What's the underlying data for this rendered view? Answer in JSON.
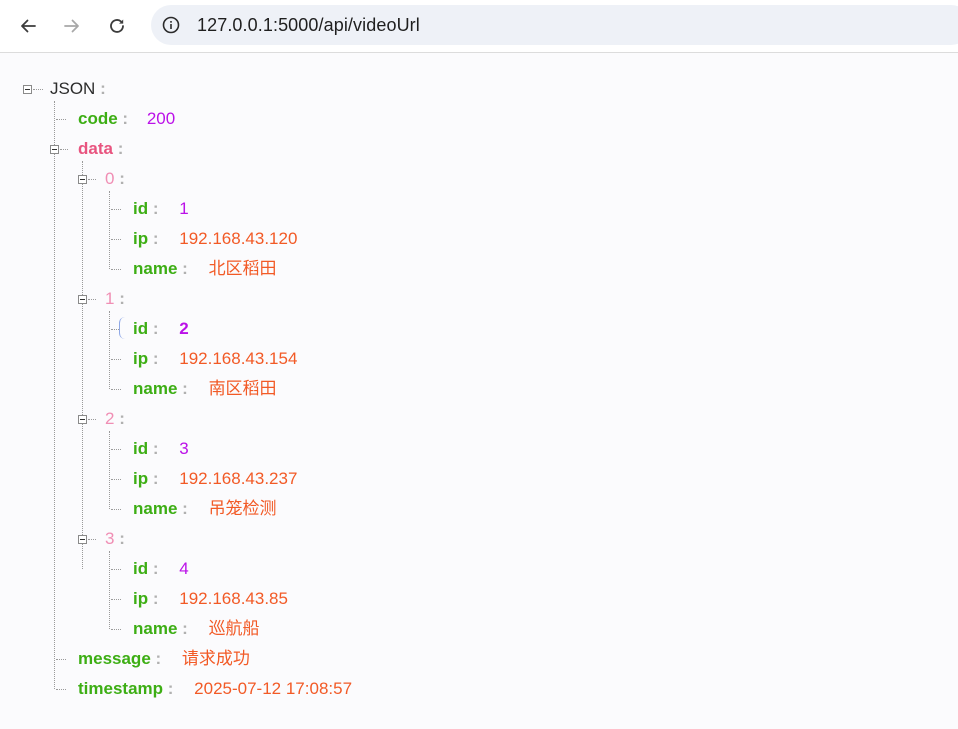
{
  "browser": {
    "url": "127.0.0.1:5000/api/videoUrl",
    "icons": [
      "back-arrow-icon",
      "forward-arrow-icon",
      "reload-icon",
      "info-icon"
    ]
  },
  "tree": {
    "root_key": "JSON",
    "colon": ":",
    "code": {
      "key": "code",
      "value": "200"
    },
    "data": {
      "key": "data",
      "items": [
        {
          "index": "0",
          "id_key": "id",
          "id": "1",
          "ip_key": "ip",
          "ip": "192.168.43.120",
          "name_key": "name",
          "name": "北区稻田"
        },
        {
          "index": "1",
          "id_key": "id",
          "id": "2",
          "ip_key": "ip",
          "ip": "192.168.43.154",
          "name_key": "name",
          "name": "南区稻田"
        },
        {
          "index": "2",
          "id_key": "id",
          "id": "3",
          "ip_key": "ip",
          "ip": "192.168.43.237",
          "name_key": "name",
          "name": "吊笼检测"
        },
        {
          "index": "3",
          "id_key": "id",
          "id": "4",
          "ip_key": "ip",
          "ip": "192.168.43.85",
          "name_key": "name",
          "name": "巡航船"
        }
      ]
    },
    "message": {
      "key": "message",
      "value": "请求成功"
    },
    "timestamp": {
      "key": "timestamp",
      "value": "2025-07-12 17:08:57"
    }
  },
  "colors": {
    "key_green": "#3dae14",
    "key_pink": "#e8547f",
    "index_pink": "#f08eb4",
    "number_purple": "#bb11e8",
    "string_orange": "#f25a26"
  }
}
